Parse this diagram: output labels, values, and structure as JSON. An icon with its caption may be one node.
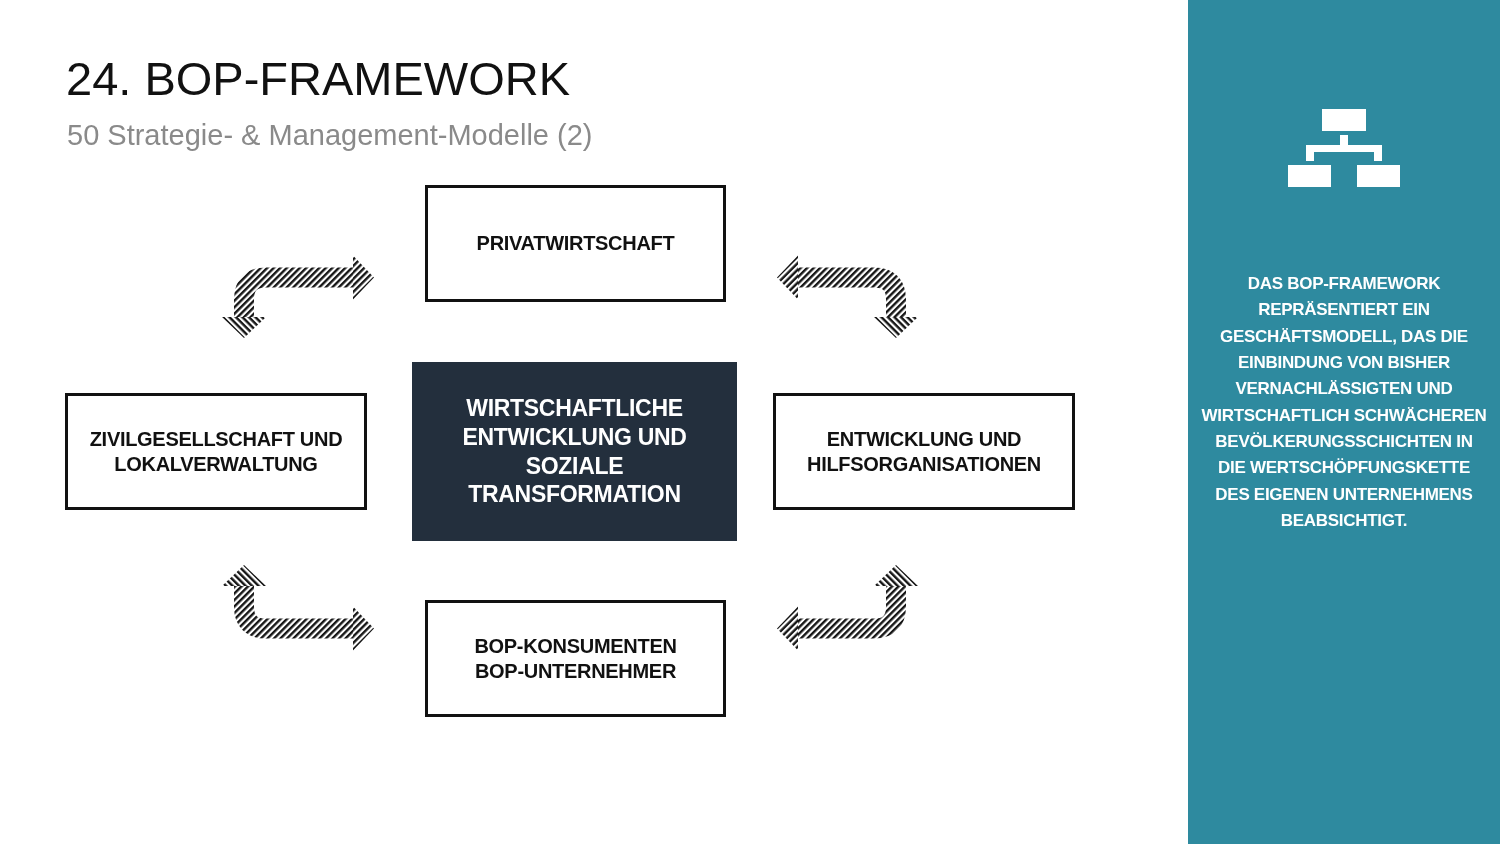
{
  "diagram": {
    "title": "24. BOP-FRAMEWORK",
    "nodes": [
      {
        "text": [
          "PRIVATWIRTSCHAFT"
        ]
      },
      {
        "text": [
          "ZIVILGESELLSCHAFT UND LOKALVERWALTUNG"
        ]
      },
      {
        "text": [
          "WIRTSCHAFTLICHE ENTWICKLUNG UND SOZIALE TRANSFORMATION"
        ]
      },
      {
        "text": [
          "ENTWICKLUNG UND HILFSORGANISATIONEN"
        ]
      },
      {
        "text": [
          "BOP-KONSUMENTEN",
          "BOP-UNTERNEHMER"
        ]
      },
      {
        "text": [
          "DAS BOP-FRAMEWORK REPRÄSENTIERT EIN GESCHÄFTSMODELL, DAS DIE EINBINDUNG VON BISHER VERNACHLÄSSIGTEN UND WIRTSCHAFTLICH SCHWÄCHEREN BEVÖLKERUNGSSCHICHTEN IN DIE WERTSCHÖPFUNGSKETTE DES EIGENEN UNTERNEHMENS BEABSICHTIGT."
        ]
      }
    ],
    "edges": [
      {
        "from": 1,
        "to": 0,
        "arrow": "both"
      },
      {
        "from": 0,
        "to": 3,
        "arrow": "both"
      },
      {
        "from": 3,
        "to": 4,
        "arrow": "both"
      },
      {
        "from": 4,
        "to": 1,
        "arrow": "both"
      }
    ],
    "labels": [
      "50 Strategie- & Management-Modelle (2)"
    ]
  }
}
